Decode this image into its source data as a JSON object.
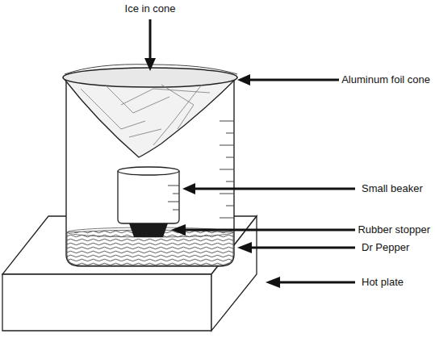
{
  "diagram": {
    "labels": [
      "Ice in cone",
      "Aluminum foil cone",
      "Small beaker",
      "Rubber stopper",
      "Dr Pepper",
      "Hot plate"
    ]
  }
}
